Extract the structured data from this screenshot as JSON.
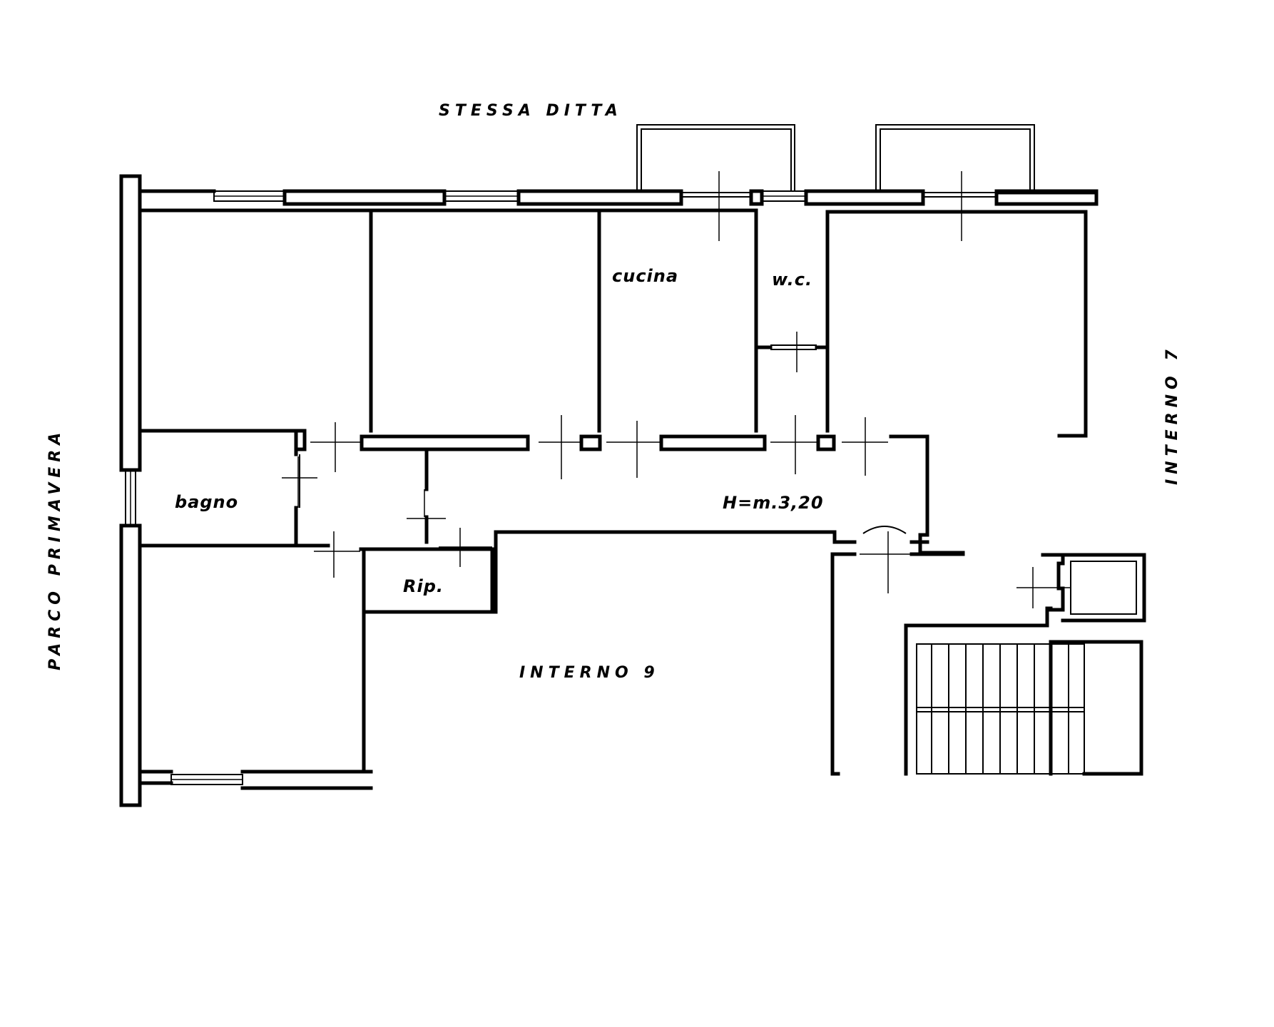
{
  "labels": {
    "top_neighbor": "STESSA DITTA",
    "left_neighbor": "PARCO PRIMAVERA",
    "right_neighbor": "INTERNO 7",
    "bottom_neighbor": "INTERNO 9",
    "kitchen": "cucina",
    "wc": "w.c.",
    "bathroom": "bagno",
    "storage": "Rip.",
    "height": "H=m.3,20"
  }
}
